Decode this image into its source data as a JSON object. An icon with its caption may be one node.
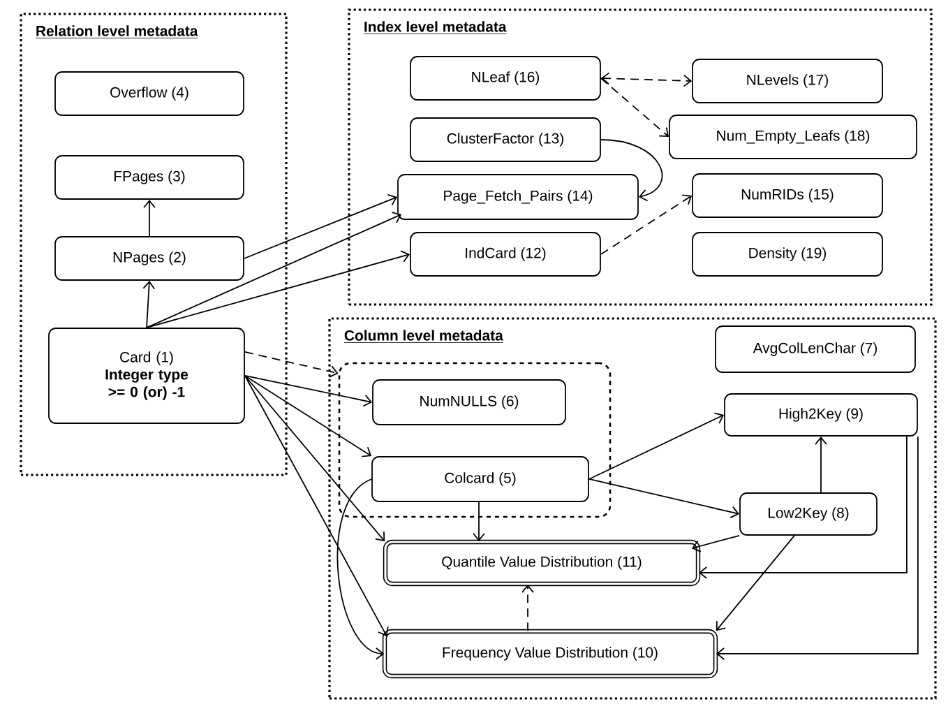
{
  "diagram": {
    "nodes": [
      {
        "text": [
          "Relation level metadata"
        ]
      },
      {
        "text": [
          "Overflow (4)"
        ],
        "in": 0
      },
      {
        "text": [
          "FPages (3)"
        ],
        "in": 0
      },
      {
        "text": [
          "NPages (2)"
        ],
        "in": 0
      },
      {
        "text": [
          "Card (1)",
          "Integer type >= 0 (or) -1"
        ],
        "in": 0
      },
      {
        "text": [
          "Index level metadata"
        ]
      },
      {
        "text": [
          "NLeaf (16)"
        ],
        "in": 5
      },
      {
        "text": [
          "ClusterFactor (13)"
        ],
        "in": 5
      },
      {
        "text": [
          "Page_Fetch_Pairs (14)"
        ],
        "in": 5
      },
      {
        "text": [
          "IndCard (12)"
        ],
        "in": 5
      },
      {
        "text": [
          "NLevels (17)"
        ],
        "in": 5
      },
      {
        "text": [
          "Num_Empty_Leafs (18)"
        ],
        "in": 5
      },
      {
        "text": [
          "NumRIDs (15)"
        ],
        "in": 5
      },
      {
        "text": [
          "Density (19)"
        ],
        "in": 5
      },
      {
        "text": [
          "Column level metadata"
        ]
      },
      {
        "text": [],
        "shape": "box",
        "in": 14
      },
      {
        "text": [
          "NumNULLS (6)"
        ],
        "in": 15
      },
      {
        "text": [
          "Colcard (5)"
        ],
        "in": 15
      },
      {
        "text": [
          "AvgColLenChar (7)"
        ],
        "in": 14
      },
      {
        "text": [
          "High2Key (9)"
        ],
        "in": 14
      },
      {
        "text": [
          "Low2Key (8)"
        ],
        "in": 14
      },
      {
        "text": [
          "Quantile Value Distribution (11)"
        ],
        "in": 14
      },
      {
        "text": [
          "Frequency Value Distribution (10)"
        ],
        "in": 14
      }
    ],
    "edges": [
      {
        "from": 3,
        "to": 2,
        "arrow": "to"
      },
      {
        "from": 4,
        "to": 3,
        "arrow": "to"
      },
      {
        "from": 3,
        "to": 8,
        "arrow": "to"
      },
      {
        "from": 4,
        "to": 8,
        "arrow": "to"
      },
      {
        "from": 4,
        "to": 9,
        "arrow": "to"
      },
      {
        "from": 7,
        "to": 8,
        "arrow": "to"
      },
      {
        "from": 6,
        "to": 10,
        "arrow": "both",
        "style": "dashed"
      },
      {
        "from": 6,
        "to": 11,
        "arrow": "to",
        "style": "dashed"
      },
      {
        "from": 9,
        "to": 12,
        "arrow": "to",
        "style": "dashed"
      },
      {
        "from": 4,
        "to": 15,
        "arrow": "to",
        "style": "dashed"
      },
      {
        "from": 4,
        "to": 16,
        "arrow": "to"
      },
      {
        "from": 4,
        "to": 17,
        "arrow": "to"
      },
      {
        "from": 4,
        "to": 21,
        "arrow": "to"
      },
      {
        "from": 4,
        "to": 22,
        "arrow": "to"
      },
      {
        "from": 17,
        "to": 22,
        "arrow": "to"
      },
      {
        "from": 17,
        "to": 21,
        "arrow": "to"
      },
      {
        "from": 17,
        "to": 19,
        "arrow": "to"
      },
      {
        "from": 17,
        "to": 20,
        "arrow": "to"
      },
      {
        "from": 20,
        "to": 19,
        "arrow": "to"
      },
      {
        "from": 20,
        "to": 21,
        "arrow": "to"
      },
      {
        "from": 20,
        "to": 22,
        "arrow": "to"
      },
      {
        "from": 19,
        "to": 21,
        "arrow": "to"
      },
      {
        "from": 19,
        "to": 22,
        "arrow": "to"
      },
      {
        "from": 22,
        "to": 21,
        "arrow": "to",
        "style": "dashed"
      }
    ]
  }
}
